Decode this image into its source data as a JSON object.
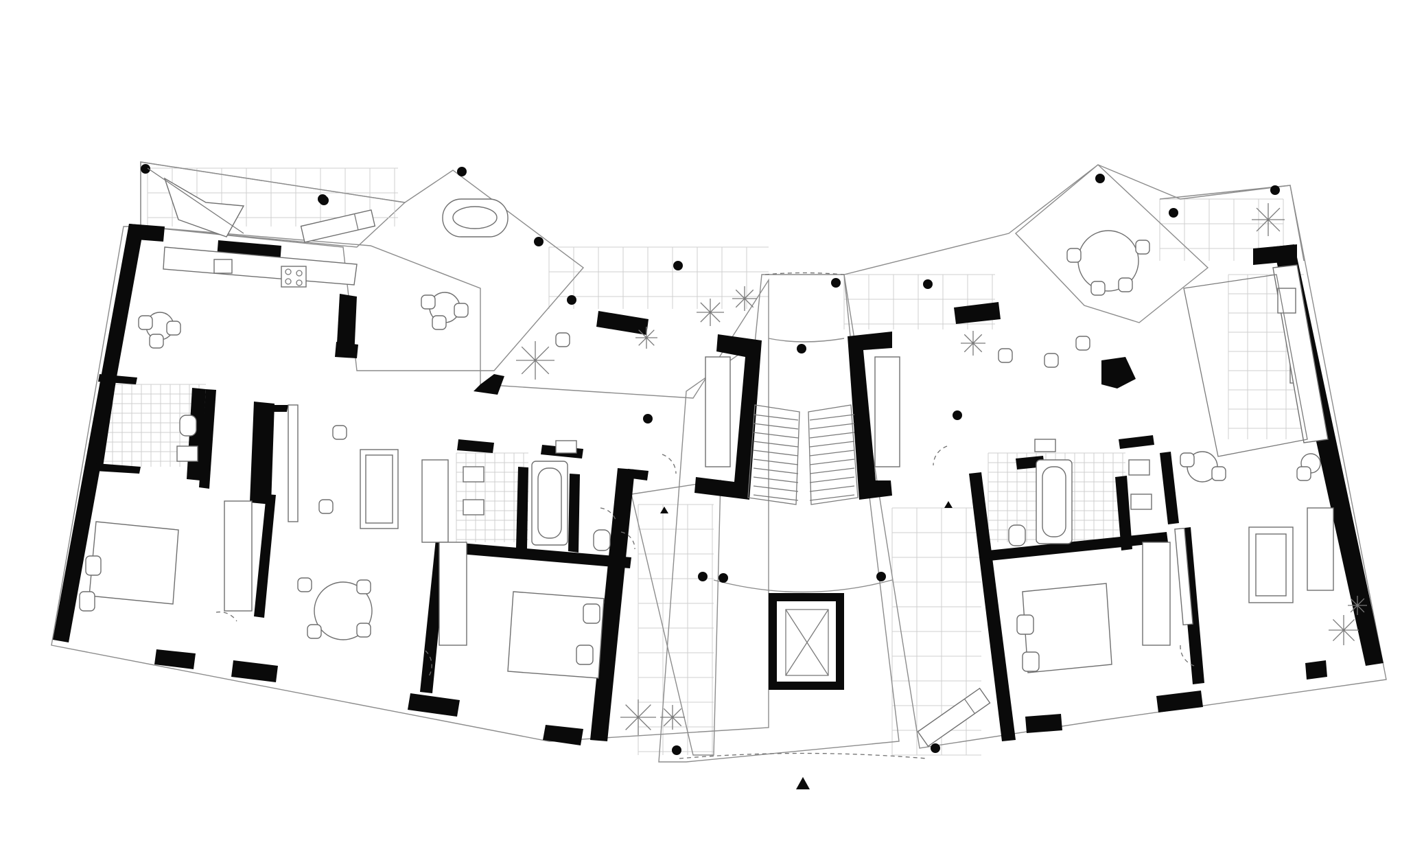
{
  "drawing": {
    "kind": "architectural floor plan",
    "apartments": 2,
    "entrance_marker": "north-arrow-triangle",
    "colors": {
      "walls": "#0a0a0a",
      "furniture": "#6f6f6f",
      "tiles": "#cfcfcf",
      "background": "#ffffff"
    },
    "icons": [
      "bed-icon",
      "bathtub-icon",
      "dining-table-icon",
      "sofa-icon",
      "plant-icon",
      "stair-icon",
      "elevator-icon",
      "column-icon",
      "sun-lounger-icon",
      "kitchen-counter-icon",
      "toilet-icon",
      "sink-icon",
      "entrance-triangle-icon"
    ]
  }
}
